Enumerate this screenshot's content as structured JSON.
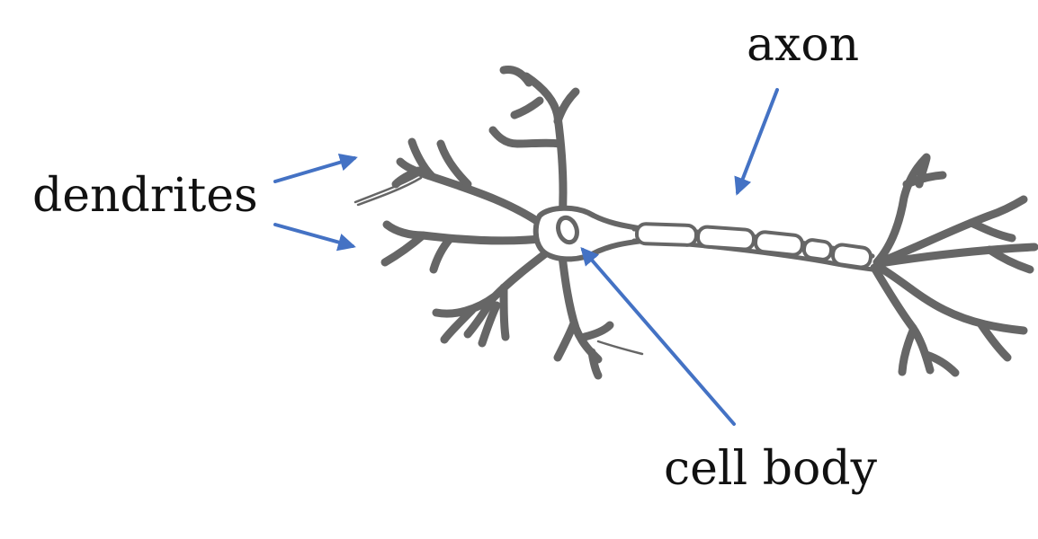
{
  "labels": {
    "dendrites": "dendrites",
    "axon": "axon",
    "cell_body": "cell body"
  },
  "colors": {
    "neuron": "#6b6b6b",
    "neuron_outline": "#5a5a5a",
    "arrow": "#4472c4",
    "text": "#111111",
    "background": "#ffffff"
  }
}
